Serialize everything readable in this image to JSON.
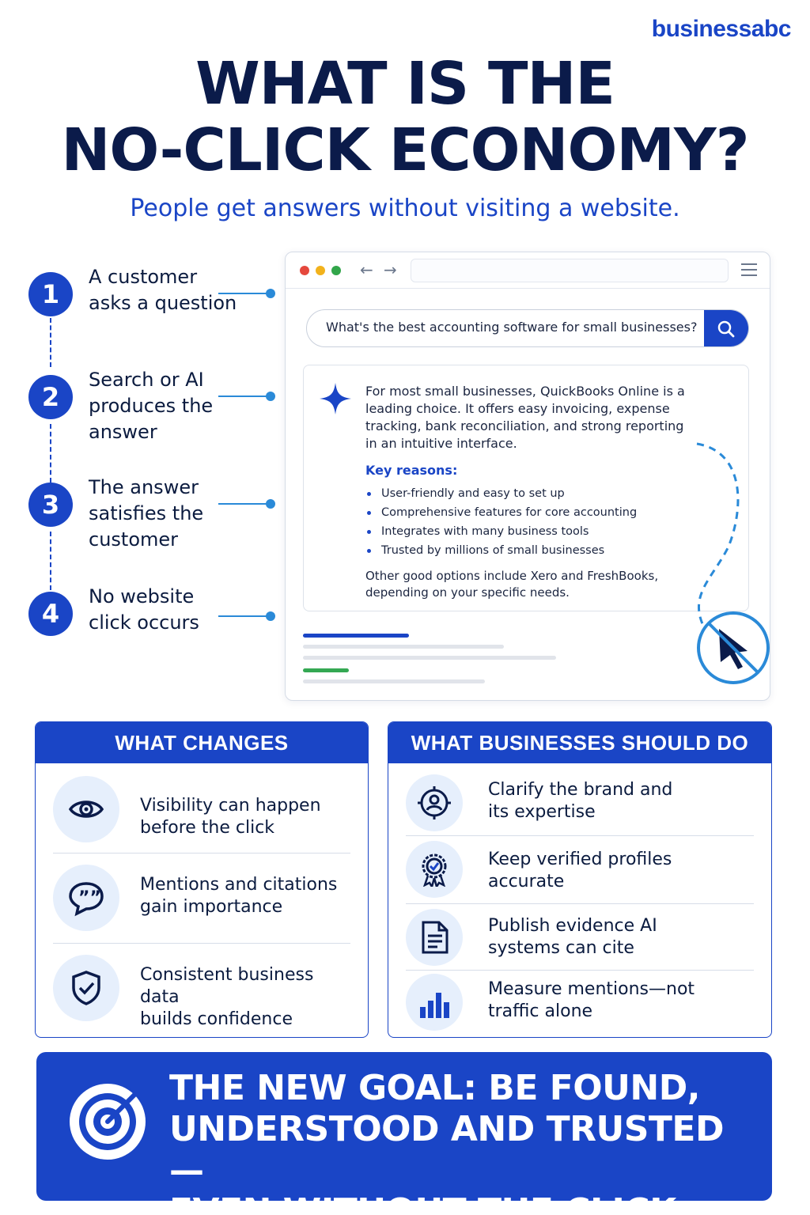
{
  "brand": "businessabc",
  "title_line1": "WHAT IS THE",
  "title_line2": "NO-CLICK ECONOMY?",
  "subtitle": "People get answers without visiting a website.",
  "steps": [
    {
      "num": "1",
      "line1": "A customer",
      "line2": "asks a question"
    },
    {
      "num": "2",
      "line1": "Search or AI",
      "line2": "produces the answer"
    },
    {
      "num": "3",
      "line1": "The answer",
      "line2": "satisfies the customer"
    },
    {
      "num": "4",
      "line1": "No website",
      "line2": "click occurs"
    }
  ],
  "browser": {
    "query": "What's the best accounting software for small businesses?",
    "answer_intro": "For most small businesses, QuickBooks Online is a leading choice. It offers easy invoicing, expense tracking, bank reconciliation, and strong reporting in an intuitive interface.",
    "key_title": "Key reasons:",
    "reasons": [
      "User-friendly and easy to set up",
      "Comprehensive features for core accounting",
      "Integrates with many business tools",
      "Trusted by millions of small businesses"
    ],
    "other": "Other good options include Xero and FreshBooks, depending on your specific needs."
  },
  "what_changes": {
    "title": "WHAT CHANGES",
    "items": [
      {
        "icon": "eye-icon",
        "line1": "Visibility can happen",
        "line2": "before the click"
      },
      {
        "icon": "quote-bubble-icon",
        "line1": "Mentions and citations",
        "line2": "gain importance"
      },
      {
        "icon": "shield-check-icon",
        "line1": "Consistent business data",
        "line2": "builds confidence"
      }
    ]
  },
  "what_to_do": {
    "title": "WHAT BUSINESSES SHOULD DO",
    "items": [
      {
        "icon": "user-target-icon",
        "line1": "Clarify the brand and",
        "line2": "its expertise"
      },
      {
        "icon": "verified-badge-icon",
        "line1": "Keep verified profiles",
        "line2": "accurate"
      },
      {
        "icon": "document-icon",
        "line1": "Publish evidence AI",
        "line2": "systems can cite"
      },
      {
        "icon": "bar-chart-icon",
        "line1": "Measure mentions—not",
        "line2": "traffic alone"
      }
    ]
  },
  "goal": {
    "line1": "THE NEW GOAL: BE FOUND,",
    "line2": "UNDERSTOOD AND TRUSTED—",
    "line3": "EVEN WITHOUT THE CLICK."
  },
  "colors": {
    "primary": "#1a45c6",
    "navy": "#0b1b4a",
    "accent_blue": "#2a8ad8",
    "green": "#34a853"
  }
}
